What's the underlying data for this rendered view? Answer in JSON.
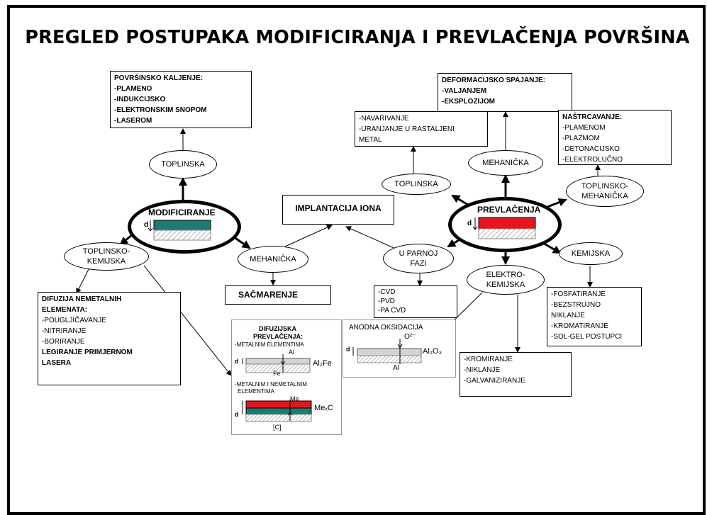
{
  "title": "PREGLED POSTUPAKA MODIFICIRANJA I PREVLAČENJA POVRŠINA",
  "nodes": {
    "modificiranje": "MODIFICIRANJE",
    "prevlacenja": "PREVLAČENJA",
    "implantacija": "IMPLANTACIJA IONA",
    "toplinska_left": "TOPLINSKA",
    "toplinsko_kemijska": [
      "TOPLINSKO-",
      "KEMIJSKA"
    ],
    "mehanicka_left": "MEHANIČKA",
    "toplinska_right": "TOPLINSKA",
    "mehanicka_right": "MEHANIČKA",
    "toplinsko_mehanicka": [
      "TOPLINSKO-",
      "MEHANIČKA"
    ],
    "kemijska": "KEMIJSKA",
    "elektrokemijska": [
      "ELEKTRO-",
      "KEMIJSKA"
    ],
    "u_parnoj_fazi": [
      "U PARNOJ",
      "FAZI"
    ]
  },
  "boxes": {
    "povrsinsko_kaljenje": [
      "POVRŠINSKO KALJENJE:",
      "-PLAMENO",
      "-INDUKCIJSKO",
      "-ELEKTRONSKIM SNOPOM",
      "-LASEROM"
    ],
    "difuzija": [
      "DIFUZIJA NEMETALNIH",
      "ELEMENATA:",
      "-POUGLJIČAVANJE",
      "-NITRIRANJE",
      "-BORIRANJE",
      "LEGIRANJE PRIMJERNOM",
      "LASERA"
    ],
    "sacmarenje": "SAČMARENJE",
    "deformacijsko": [
      "DEFORMACIJSKO SPAJANJE:",
      "-VALJANJEM",
      "-EKSPLOZIJOM"
    ],
    "navarivanje": [
      "-NAVARIVANJE",
      "-URANJANJE U RASTALJENI",
      "METAL"
    ],
    "nastrcavanje": [
      "NAŠTRCAVANJE:",
      "-PLAMENOM",
      "-PLAZMOM",
      "-DETONACIJSKO",
      "-ELEKTROLUČNO"
    ],
    "cvd": [
      "-CVD",
      "-PVD",
      "-PA CVD"
    ],
    "fosfatiranje": [
      "-FOSFATIRANJE",
      "-BEZSTRUJNO",
      "NIKLANJE",
      "-KROMATIRANJE",
      "-SOL-GEL POSTUPCI"
    ],
    "kromiranje": [
      "-KROMIRANJE",
      "-NIKLANJE",
      "-GALVANIZIRANJE"
    ]
  },
  "figures": {
    "difuzijska": {
      "title": [
        "DIFUZIJSKA",
        "PREVLAČENJA:"
      ],
      "metalnim": "-METALNIM ELEMENTIMA",
      "al": "Al",
      "al2fe": "Al₂Fe",
      "fe": "Fe",
      "nemetalnim": [
        "-METALNIM I NEMETALNIM",
        "ELEMENTIMA"
      ],
      "me": "Me",
      "mexc": "MeₓC",
      "c": "[C]",
      "d": "d"
    },
    "anodna": {
      "title": "ANODNA OKSIDACIJA",
      "o2": "O²⁻",
      "al2o3": "Al₂O₃",
      "al": "Al",
      "d": "d"
    },
    "modificiranje_d": "d",
    "prevlacenja_d": "d"
  },
  "colors": {
    "teal": "#1f7a70",
    "red": "#e8141c",
    "gray": "#d4d4d4"
  }
}
